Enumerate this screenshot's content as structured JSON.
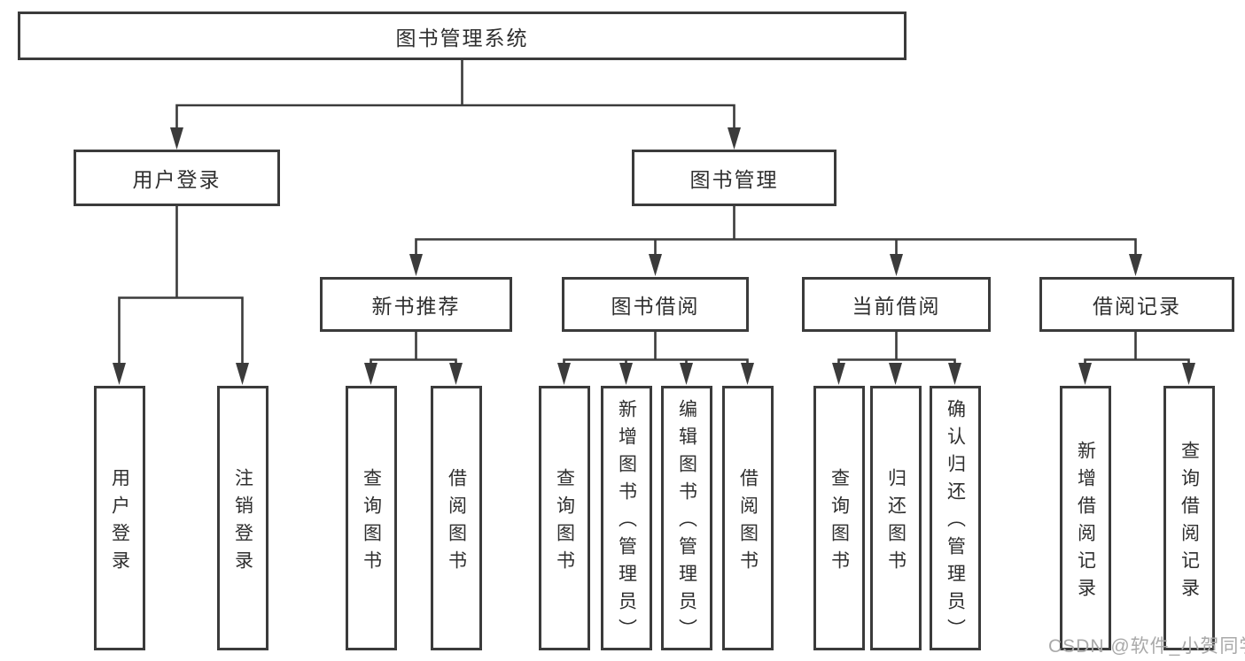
{
  "diagram": {
    "type": "hierarchy-tree",
    "root": {
      "label": "图书管理系统"
    },
    "branches": [
      {
        "label": "用户登录",
        "children": [
          {
            "label": "用户登录"
          },
          {
            "label": "注销登录"
          }
        ]
      },
      {
        "label": "图书管理",
        "children": [
          {
            "label": "新书推荐",
            "children": [
              {
                "label": "查询图书"
              },
              {
                "label": "借阅图书"
              }
            ]
          },
          {
            "label": "图书借阅",
            "children": [
              {
                "label": "查询图书"
              },
              {
                "label": "新增图书（管理员）"
              },
              {
                "label": "编辑图书（管理员）"
              },
              {
                "label": "借阅图书"
              }
            ]
          },
          {
            "label": "当前借阅",
            "children": [
              {
                "label": "查询图书"
              },
              {
                "label": "归还图书"
              },
              {
                "label": "确认归还（管理员）"
              }
            ]
          },
          {
            "label": "借阅记录",
            "children": [
              {
                "label": "新增借阅记录"
              },
              {
                "label": "查询借阅记录"
              }
            ]
          }
        ]
      }
    ],
    "watermark": "CSDN @软件_小贺同学",
    "colors": {
      "line": "#3b3b3b",
      "text": "#2f2f2f",
      "background": "#ffffff",
      "watermark": "#a9a9a9"
    }
  }
}
